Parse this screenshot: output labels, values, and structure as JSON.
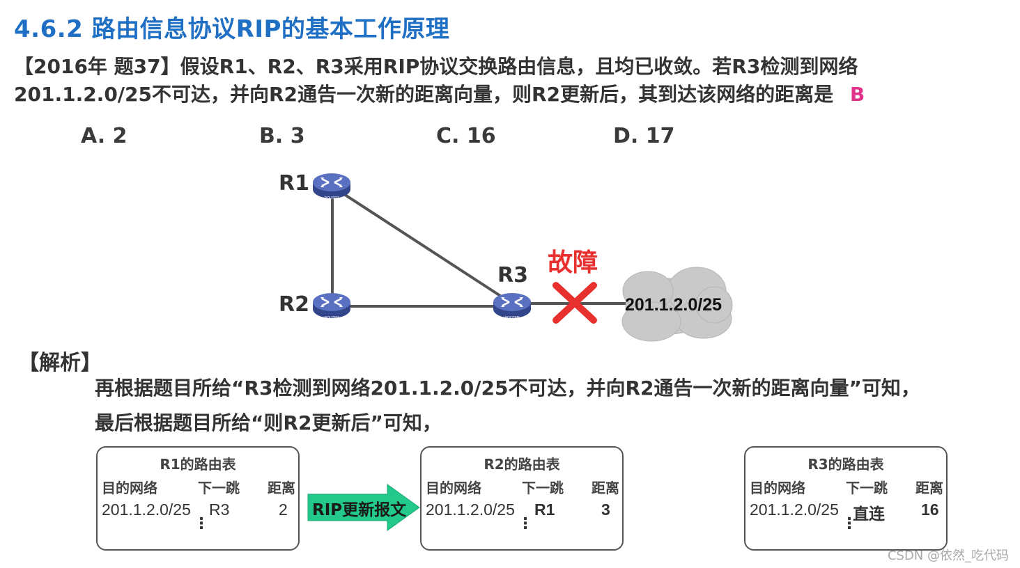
{
  "title": "4.6.2 路由信息协议RIP的基本工作原理",
  "question": {
    "line1": "【2016年 题37】假设R1、R2、R3采用RIP协议交换路由信息，且均已收敛。若R3检测到网络",
    "line2": "201.1.2.0/25不可达，并向R2通告一次新的距离向量，则R2更新后，其到达该网络的距离是",
    "answer": "B"
  },
  "options": [
    "A. 2",
    "B. 3",
    "C. 16",
    "D. 17"
  ],
  "topology": {
    "routers": [
      "R1",
      "R2",
      "R3"
    ],
    "router_caption": "ROUTER",
    "fault_label": "故障",
    "network": "201.1.2.0/25",
    "colors": {
      "router": "#4a5fa8",
      "link": "#555555",
      "fault": "#e8312f",
      "cloud": "#c9c9c9"
    }
  },
  "analysis": {
    "heading": "【解析】",
    "line1": "再根据题目所给“R3检测到网络201.1.2.0/25不可达，并向R2通告一次新的距离向量”可知，",
    "line2": "最后根据题目所给“则R2更新后”可知，"
  },
  "tables": [
    {
      "title": "R1的路由表",
      "headers": [
        "目的网络",
        "下一跳",
        "距离"
      ],
      "row": [
        "201.1.2.0/25",
        "R3",
        "2"
      ],
      "more": "⋮"
    },
    {
      "title": "R2的路由表",
      "headers": [
        "目的网络",
        "下一跳",
        "距离"
      ],
      "row": [
        "201.1.2.0/25",
        "R1",
        "3"
      ],
      "more": "⋮"
    },
    {
      "title": "R3的路由表",
      "headers": [
        "目的网络",
        "下一跳",
        "距离"
      ],
      "row": [
        "201.1.2.0/25",
        "直连",
        "16"
      ],
      "more": "⋮"
    }
  ],
  "arrow_label": "RIP更新报文",
  "watermark": "CSDN @依然_吃代码"
}
